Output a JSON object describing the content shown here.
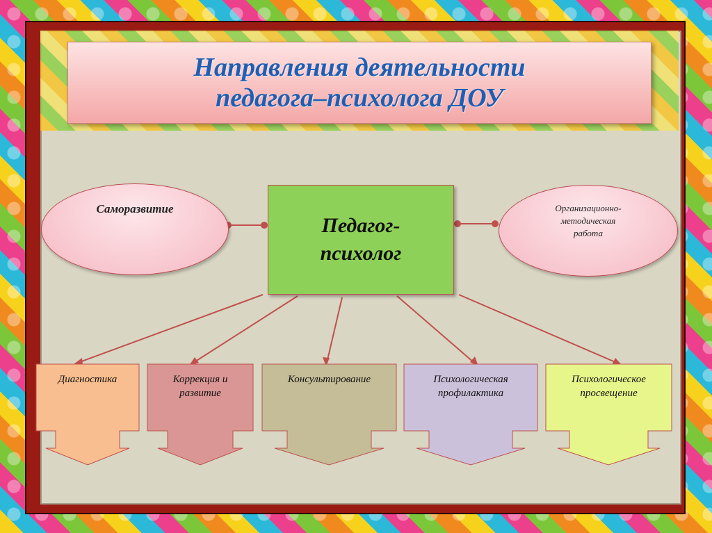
{
  "title": {
    "line1": "Направления деятельности",
    "line2": "педагога–психолога ДОУ"
  },
  "center": {
    "line1": "Педагог-",
    "line2": "психолог"
  },
  "left_oval": {
    "label": "Саморазвитие"
  },
  "right_oval": {
    "line1": "Организационно-",
    "line2": "методическая",
    "line3": "работа"
  },
  "directions": [
    {
      "lines": [
        "Диагностика"
      ],
      "color": "#f9be8f"
    },
    {
      "lines": [
        "Коррекция и",
        "развитие"
      ],
      "color": "#d99694"
    },
    {
      "lines": [
        "Консультирование"
      ],
      "color": "#c4bd97"
    },
    {
      "lines": [
        "Психологическая",
        "профилактика"
      ],
      "color": "#ccc1da"
    },
    {
      "lines": [
        "Психологическое",
        "просвещение"
      ],
      "color": "#e6f68a"
    }
  ],
  "colors": {
    "title_text": "#1f5fb3",
    "center_fill": "#8ed158",
    "oval_fill": "#f6b7c2",
    "connector": "#c0504d"
  }
}
